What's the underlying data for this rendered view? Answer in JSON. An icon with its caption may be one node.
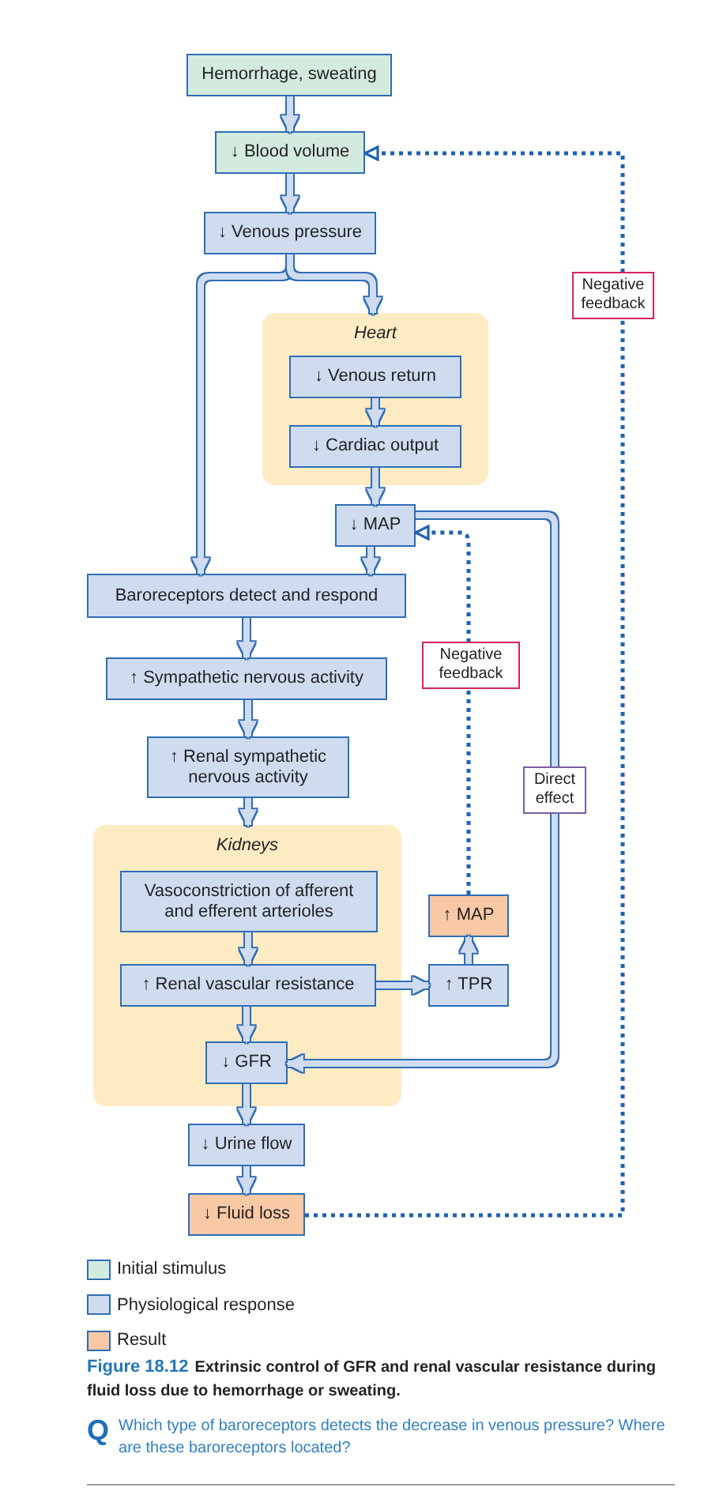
{
  "diagram": {
    "title": "Figure 18.12",
    "caption": "Extrinsic control of GFR and renal vascular resistance during fluid loss due to hemorrhage or sweating.",
    "nodes": [
      {
        "text": [
          "Hemorrhage, sweating"
        ]
      },
      {
        "text": [
          "↓ Blood volume"
        ]
      },
      {
        "text": [
          "↓ Venous pressure"
        ]
      },
      {
        "text": [
          "Heart"
        ]
      },
      {
        "text": [
          "↓ Venous return"
        ],
        "in": 3
      },
      {
        "text": [
          "↓ Cardiac output"
        ],
        "in": 3
      },
      {
        "text": [
          "↓ MAP"
        ]
      },
      {
        "text": [
          "Baroreceptors detect and respond"
        ]
      },
      {
        "text": [
          "↑ Sympathetic nervous activity"
        ]
      },
      {
        "text": [
          "↑ Renal sympathetic nervous activity"
        ]
      },
      {
        "text": [
          "Kidneys"
        ]
      },
      {
        "text": [
          "Vasoconstriction of afferent and efferent arterioles"
        ],
        "in": 10
      },
      {
        "text": [
          "↑ Renal vascular resistance"
        ],
        "in": 10
      },
      {
        "text": [
          "↓ GFR"
        ],
        "in": 10
      },
      {
        "text": [
          "↓ Urine flow"
        ]
      },
      {
        "text": [
          "↓ Fluid loss"
        ]
      },
      {
        "text": [
          "↑ MAP"
        ]
      },
      {
        "text": [
          "↑ TPR"
        ]
      }
    ],
    "edges": [
      {
        "from": 0,
        "to": 1,
        "arrow": "to"
      },
      {
        "from": 1,
        "to": 2,
        "arrow": "to"
      },
      {
        "from": 2,
        "to": 7,
        "arrow": "to"
      },
      {
        "from": 2,
        "to": 3,
        "arrow": "to"
      },
      {
        "from": 4,
        "to": 5,
        "arrow": "to"
      },
      {
        "from": 5,
        "to": 6,
        "arrow": "to"
      },
      {
        "from": 6,
        "to": 7,
        "arrow": "to"
      },
      {
        "from": 7,
        "to": 8,
        "arrow": "to"
      },
      {
        "from": 8,
        "to": 9,
        "arrow": "to"
      },
      {
        "from": 9,
        "to": 10,
        "arrow": "to"
      },
      {
        "from": 11,
        "to": 12,
        "arrow": "to"
      },
      {
        "from": 12,
        "to": 13,
        "arrow": "to"
      },
      {
        "from": 12,
        "to": 17,
        "arrow": "to"
      },
      {
        "from": 17,
        "to": 16,
        "arrow": "to"
      },
      {
        "from": 13,
        "to": 14,
        "arrow": "to"
      },
      {
        "from": 14,
        "to": 15,
        "arrow": "to"
      },
      {
        "from": 6,
        "to": 13,
        "arrow": "to",
        "label": "Direct effect"
      },
      {
        "from": 16,
        "to": 6,
        "arrow": "to",
        "label": "Negative feedback",
        "style": "dashed",
        "color": "#1f63b0"
      },
      {
        "from": 15,
        "to": 1,
        "arrow": "to",
        "label": "Negative feedback",
        "style": "dashed",
        "color": "#1f63b0"
      }
    ],
    "labels": [
      "Q",
      "Which type of baroreceptors detects the decrease in venous pressure? Where are these baroreceptors located?"
    ],
    "legend": [
      {
        "text": "Initial stimulus",
        "color": "#d3eadf"
      },
      {
        "text": "Physiological response",
        "color": "#cfdcf0"
      },
      {
        "text": "Result",
        "color": "#f9c8a5"
      }
    ]
  }
}
